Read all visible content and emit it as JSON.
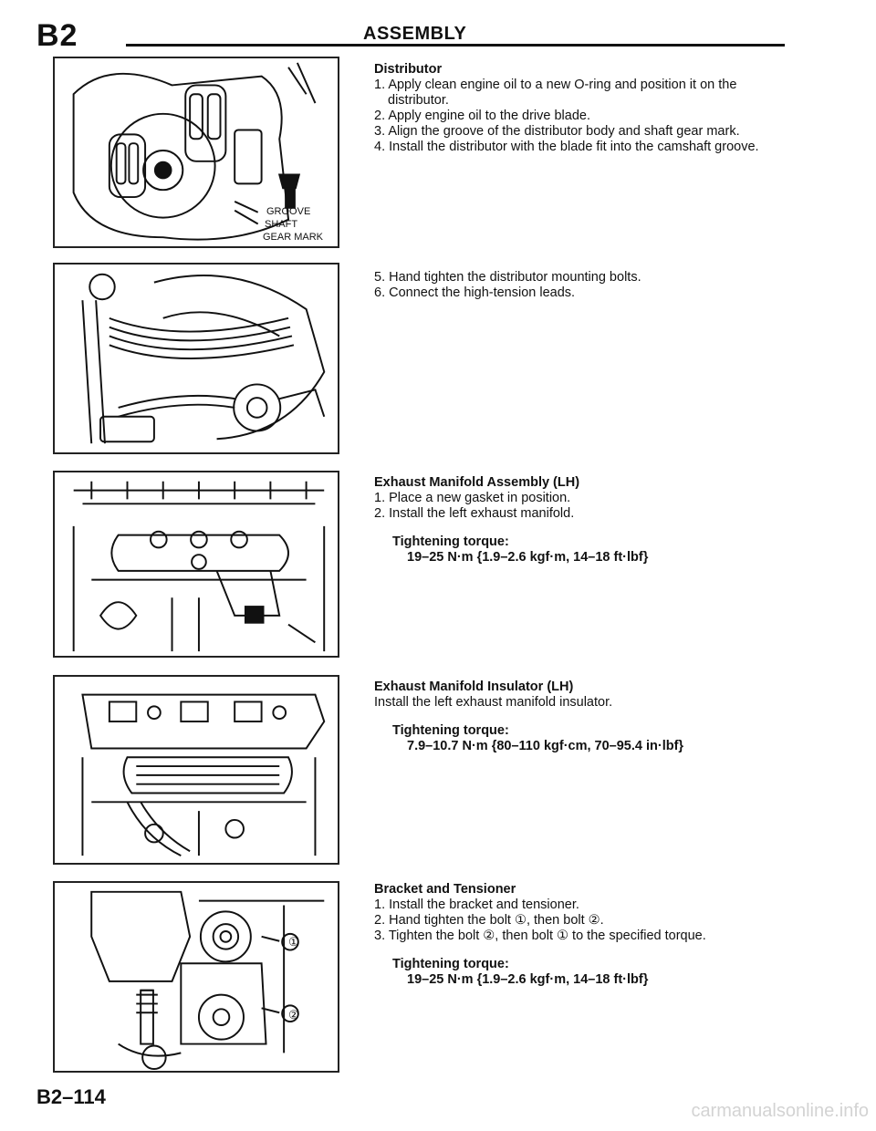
{
  "header": {
    "section": "B2",
    "title": "ASSEMBLY"
  },
  "footer": {
    "page_number": "B2–114",
    "watermark": "carmanualsonline.info"
  },
  "figures": {
    "distributor": {
      "callouts": [
        "GROOVE",
        "SHAFT",
        "GEAR MARK"
      ]
    },
    "bracket": {
      "callouts": [
        "①",
        "②"
      ]
    }
  },
  "sections": [
    {
      "title": "Distributor",
      "steps": [
        "1. Apply clean engine oil to a new O-ring and position it on the distributor.",
        "2. Apply engine oil to the drive blade.",
        "3. Align the groove of the distributor body and shaft gear mark.",
        "4. Install the distributor with the blade fit into the camshaft groove."
      ]
    },
    {
      "title": "",
      "steps": [
        "5. Hand tighten the distributor mounting bolts.",
        "6. Connect the high-tension leads."
      ]
    },
    {
      "title": "Exhaust Manifold Assembly (LH)",
      "steps": [
        "1. Place a new gasket in position.",
        "2. Install the left exhaust manifold."
      ],
      "torque_label": "Tightening torque:",
      "torque_value": "19–25 N·m {1.9–2.6 kgf·m, 14–18 ft·lbf}"
    },
    {
      "title": "Exhaust Manifold Insulator (LH)",
      "steps": [
        "Install the left exhaust manifold insulator."
      ],
      "torque_label": "Tightening torque:",
      "torque_value": "7.9–10.7 N·m {80–110 kgf·cm, 70–95.4 in·lbf}"
    },
    {
      "title": "Bracket and Tensioner",
      "steps": [
        "1. Install the bracket and tensioner.",
        "2. Hand tighten the bolt ①, then bolt ②.",
        "3. Tighten the bolt ②, then bolt ① to the specified torque."
      ],
      "torque_label": "Tightening torque:",
      "torque_value": "19–25 N·m {1.9–2.6 kgf·m, 14–18 ft·lbf}"
    }
  ]
}
